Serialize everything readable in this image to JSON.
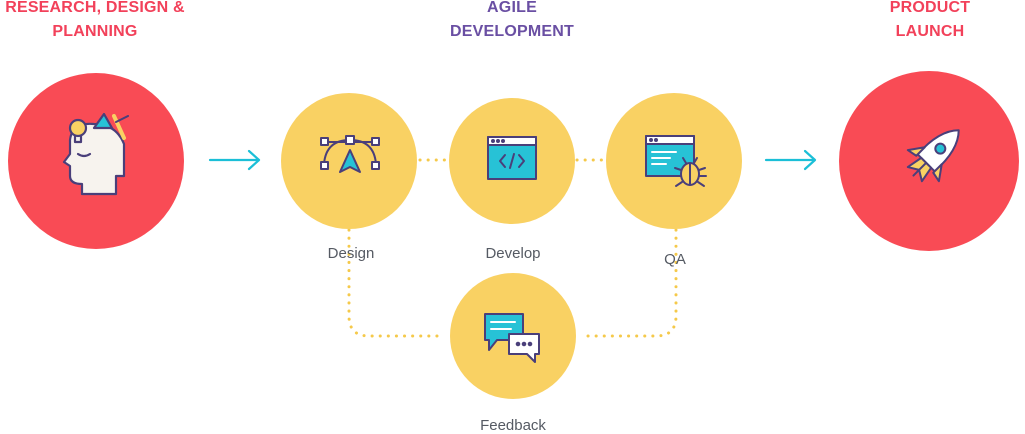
{
  "headings": {
    "research": "RESEARCH, DESIGN &\nPLANNING",
    "agile": "AGILE\nDEVELOPMENT",
    "launch": "PRODUCT\nLAUNCH"
  },
  "labels": {
    "design": "Design",
    "develop": "Develop",
    "qa": "QA",
    "feedback": "Feedback"
  },
  "colors": {
    "red": "#f94b55",
    "yellow": "#f9d163",
    "arrow": "#1bbfd7",
    "icon_stroke": "#4a3f7a",
    "icon_teal": "#27c2d6",
    "dots": "#f5c94a",
    "heading_red": "#f2415a",
    "heading_purple": "#6a4fa3"
  },
  "icons": {
    "research": "head-with-ideas-icon",
    "design": "vector-pen-icon",
    "develop": "code-window-icon",
    "qa": "bug-window-icon",
    "feedback": "chat-bubbles-icon",
    "launch": "rocket-icon"
  }
}
